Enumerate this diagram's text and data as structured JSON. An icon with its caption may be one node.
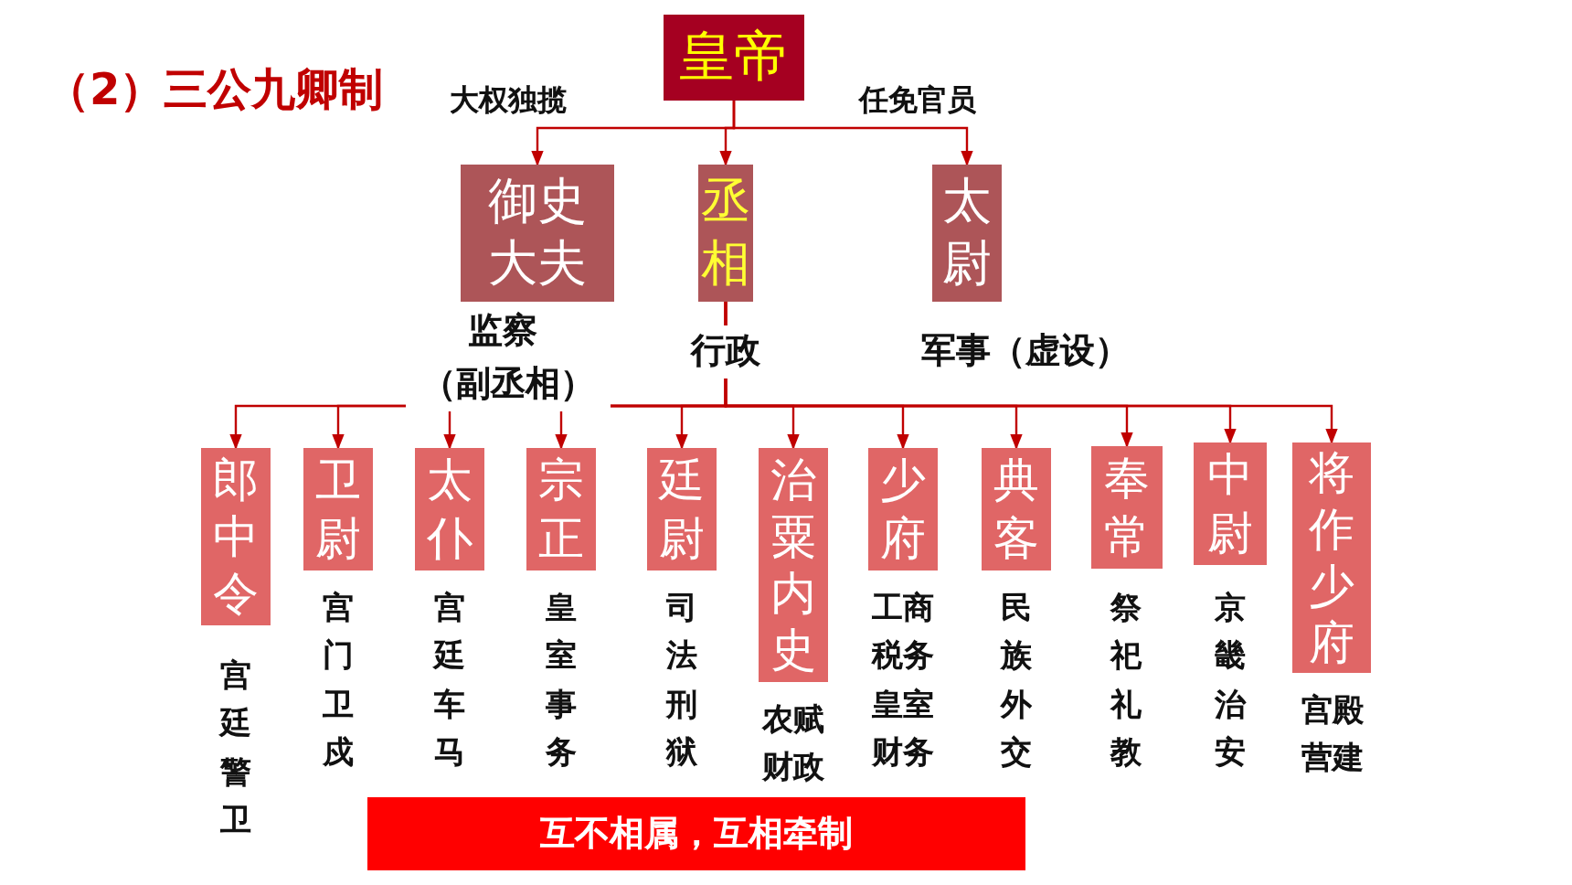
{
  "diagram": {
    "title": "（2）三公九卿制",
    "nodes": [
      {
        "text": [
          "皇帝"
        ]
      },
      {
        "text": [
          "御史大夫"
        ],
        "beside": [
          "监察",
          "（副丞相）"
        ]
      },
      {
        "text": [
          "丞相"
        ],
        "beside": [
          "行政"
        ]
      },
      {
        "text": [
          "太尉"
        ],
        "beside": [
          "军事（虚设）"
        ]
      },
      {
        "text": [
          "郎中令"
        ],
        "beside": [
          "宫廷警卫"
        ]
      },
      {
        "text": [
          "卫尉"
        ],
        "beside": [
          "宫门卫戍"
        ]
      },
      {
        "text": [
          "太仆"
        ],
        "beside": [
          "宫廷车马"
        ]
      },
      {
        "text": [
          "宗正"
        ],
        "beside": [
          "皇室事务"
        ]
      },
      {
        "text": [
          "廷尉"
        ],
        "beside": [
          "司法刑狱"
        ]
      },
      {
        "text": [
          "治粟内史"
        ],
        "beside": [
          "农赋财政"
        ]
      },
      {
        "text": [
          "少府"
        ],
        "beside": [
          "工商税务皇室财务"
        ]
      },
      {
        "text": [
          "典客"
        ],
        "beside": [
          "民族外交"
        ]
      },
      {
        "text": [
          "奉常"
        ],
        "beside": [
          "祭祀礼教"
        ]
      },
      {
        "text": [
          "中尉"
        ],
        "beside": [
          "京畿治安"
        ]
      },
      {
        "text": [
          "将作少府"
        ],
        "beside": [
          "宫殿营建"
        ]
      }
    ],
    "edges": [
      {
        "from": 0,
        "to": 1,
        "arrow": "to",
        "label": "大权独揽"
      },
      {
        "from": 0,
        "to": 2,
        "arrow": "to"
      },
      {
        "from": 0,
        "to": 3,
        "arrow": "to",
        "label": "任免官员"
      },
      {
        "from": 2,
        "to": 4,
        "arrow": "to"
      },
      {
        "from": 2,
        "to": 5,
        "arrow": "to"
      },
      {
        "from": 2,
        "to": 6,
        "arrow": "to"
      },
      {
        "from": 2,
        "to": 7,
        "arrow": "to"
      },
      {
        "from": 2,
        "to": 8,
        "arrow": "to"
      },
      {
        "from": 2,
        "to": 9,
        "arrow": "to"
      },
      {
        "from": 2,
        "to": 10,
        "arrow": "to"
      },
      {
        "from": 2,
        "to": 11,
        "arrow": "to"
      },
      {
        "from": 2,
        "to": 12,
        "arrow": "to"
      },
      {
        "from": 2,
        "to": 13,
        "arrow": "to"
      },
      {
        "from": 2,
        "to": 14,
        "arrow": "to"
      }
    ],
    "labels": [
      "互不相属，互相牵制"
    ]
  }
}
